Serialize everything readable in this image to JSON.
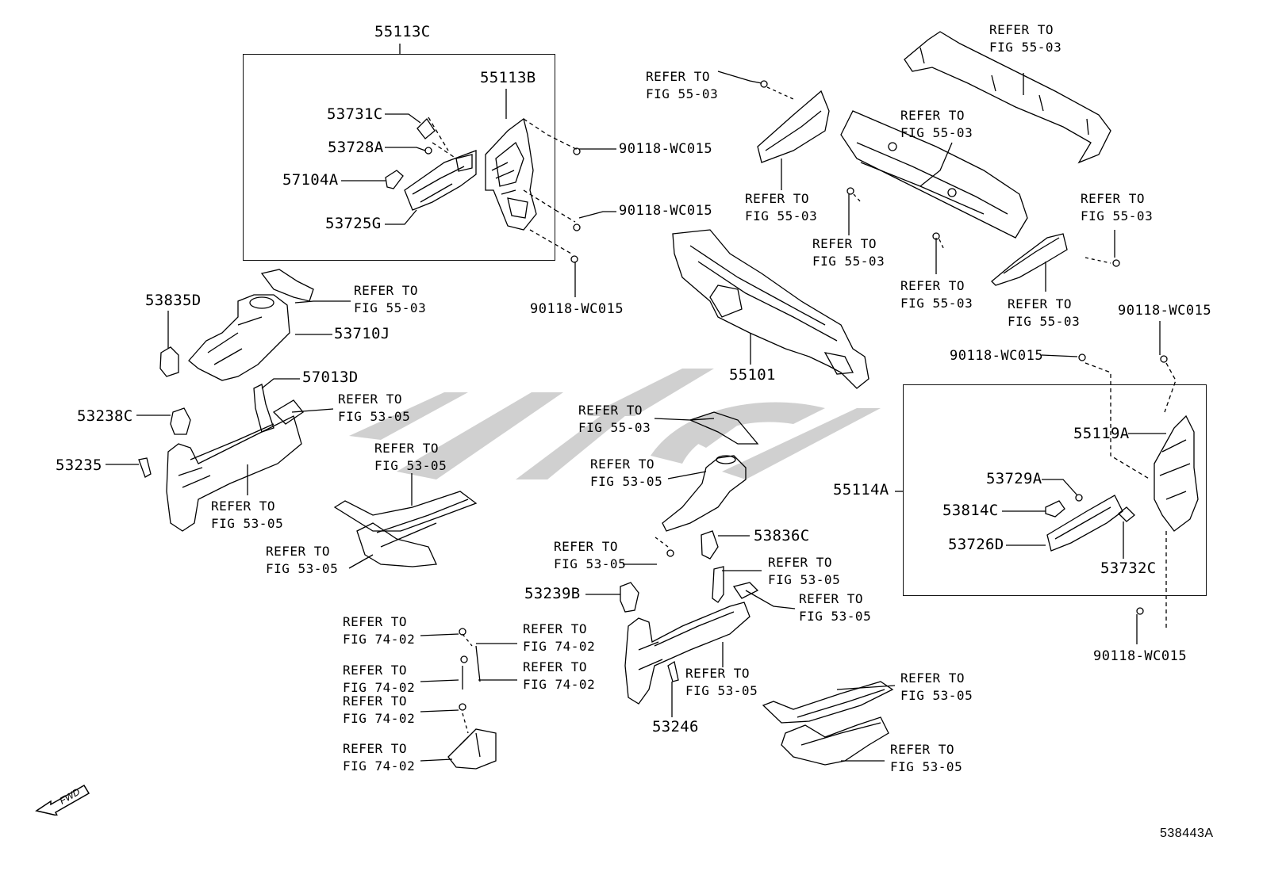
{
  "diagram_id": "538443A",
  "fwd_label": "FWD",
  "colors": {
    "line": "#000000",
    "watermark": "#c8c8c8"
  },
  "icons": [
    "fwd-arrow-icon",
    "bolt-icon",
    "watermark-logo"
  ],
  "labels": {
    "p55113C": "55113C",
    "p55113B": "55113B",
    "p53731C": "53731C",
    "p53728A": "53728A",
    "p57104A": "57104A",
    "p53725G": "53725G",
    "p90118_a": "90118-WC015",
    "p90118_b": "90118-WC015",
    "p90118_c": "90118-WC015",
    "p53835D": "53835D",
    "p53710J": "53710J",
    "p57013D": "57013D",
    "p53238C": "53238C",
    "p53235": "53235",
    "p55101": "55101",
    "p55114A": "55114A",
    "p55119A": "55119A",
    "p53729A": "53729A",
    "p53814C": "53814C",
    "p53726D": "53726D",
    "p53732C": "53732C",
    "p90118_d": "90118-WC015",
    "p90118_e": "90118-WC015",
    "p90118_f": "90118-WC015",
    "p53836C": "53836C",
    "p53239B": "53239B",
    "p53246": "53246"
  },
  "refers": {
    "r01": "REFER TO\nFIG 55-03",
    "r02": "REFER TO\nFIG 55-03",
    "r03": "REFER TO\nFIG 55-03",
    "r04": "REFER TO\nFIG 55-03",
    "r05": "REFER TO\nFIG 55-03",
    "r06": "REFER TO\nFIG 55-03",
    "r07": "REFER TO\nFIG 55-03",
    "r08": "REFER TO\nFIG 55-03",
    "r09": "REFER TO\nFIG 55-03",
    "r10": "REFER TO\nFIG 55-03",
    "r11": "REFER TO\nFIG 53-05",
    "r12": "REFER TO\nFIG 53-05",
    "r13": "REFER TO\nFIG 53-05",
    "r14": "REFER TO\nFIG 53-05",
    "r15": "REFER TO\nFIG 53-05",
    "r16": "REFER TO\nFIG 53-05",
    "r17": "REFER TO\nFIG 53-05",
    "r18": "REFER TO\nFIG 53-05",
    "r19": "REFER TO\nFIG 53-05",
    "r20": "REFER TO\nFIG 53-05",
    "r21": "REFER TO\nFIG 53-05",
    "r22": "REFER TO\nFIG 74-02",
    "r23": "REFER TO\nFIG 74-02",
    "r24": "REFER TO\nFIG 74-02",
    "r25": "REFER TO\nFIG 74-02",
    "r26": "REFER TO\nFIG 74-02",
    "r27": "REFER TO\nFIG 74-02"
  }
}
